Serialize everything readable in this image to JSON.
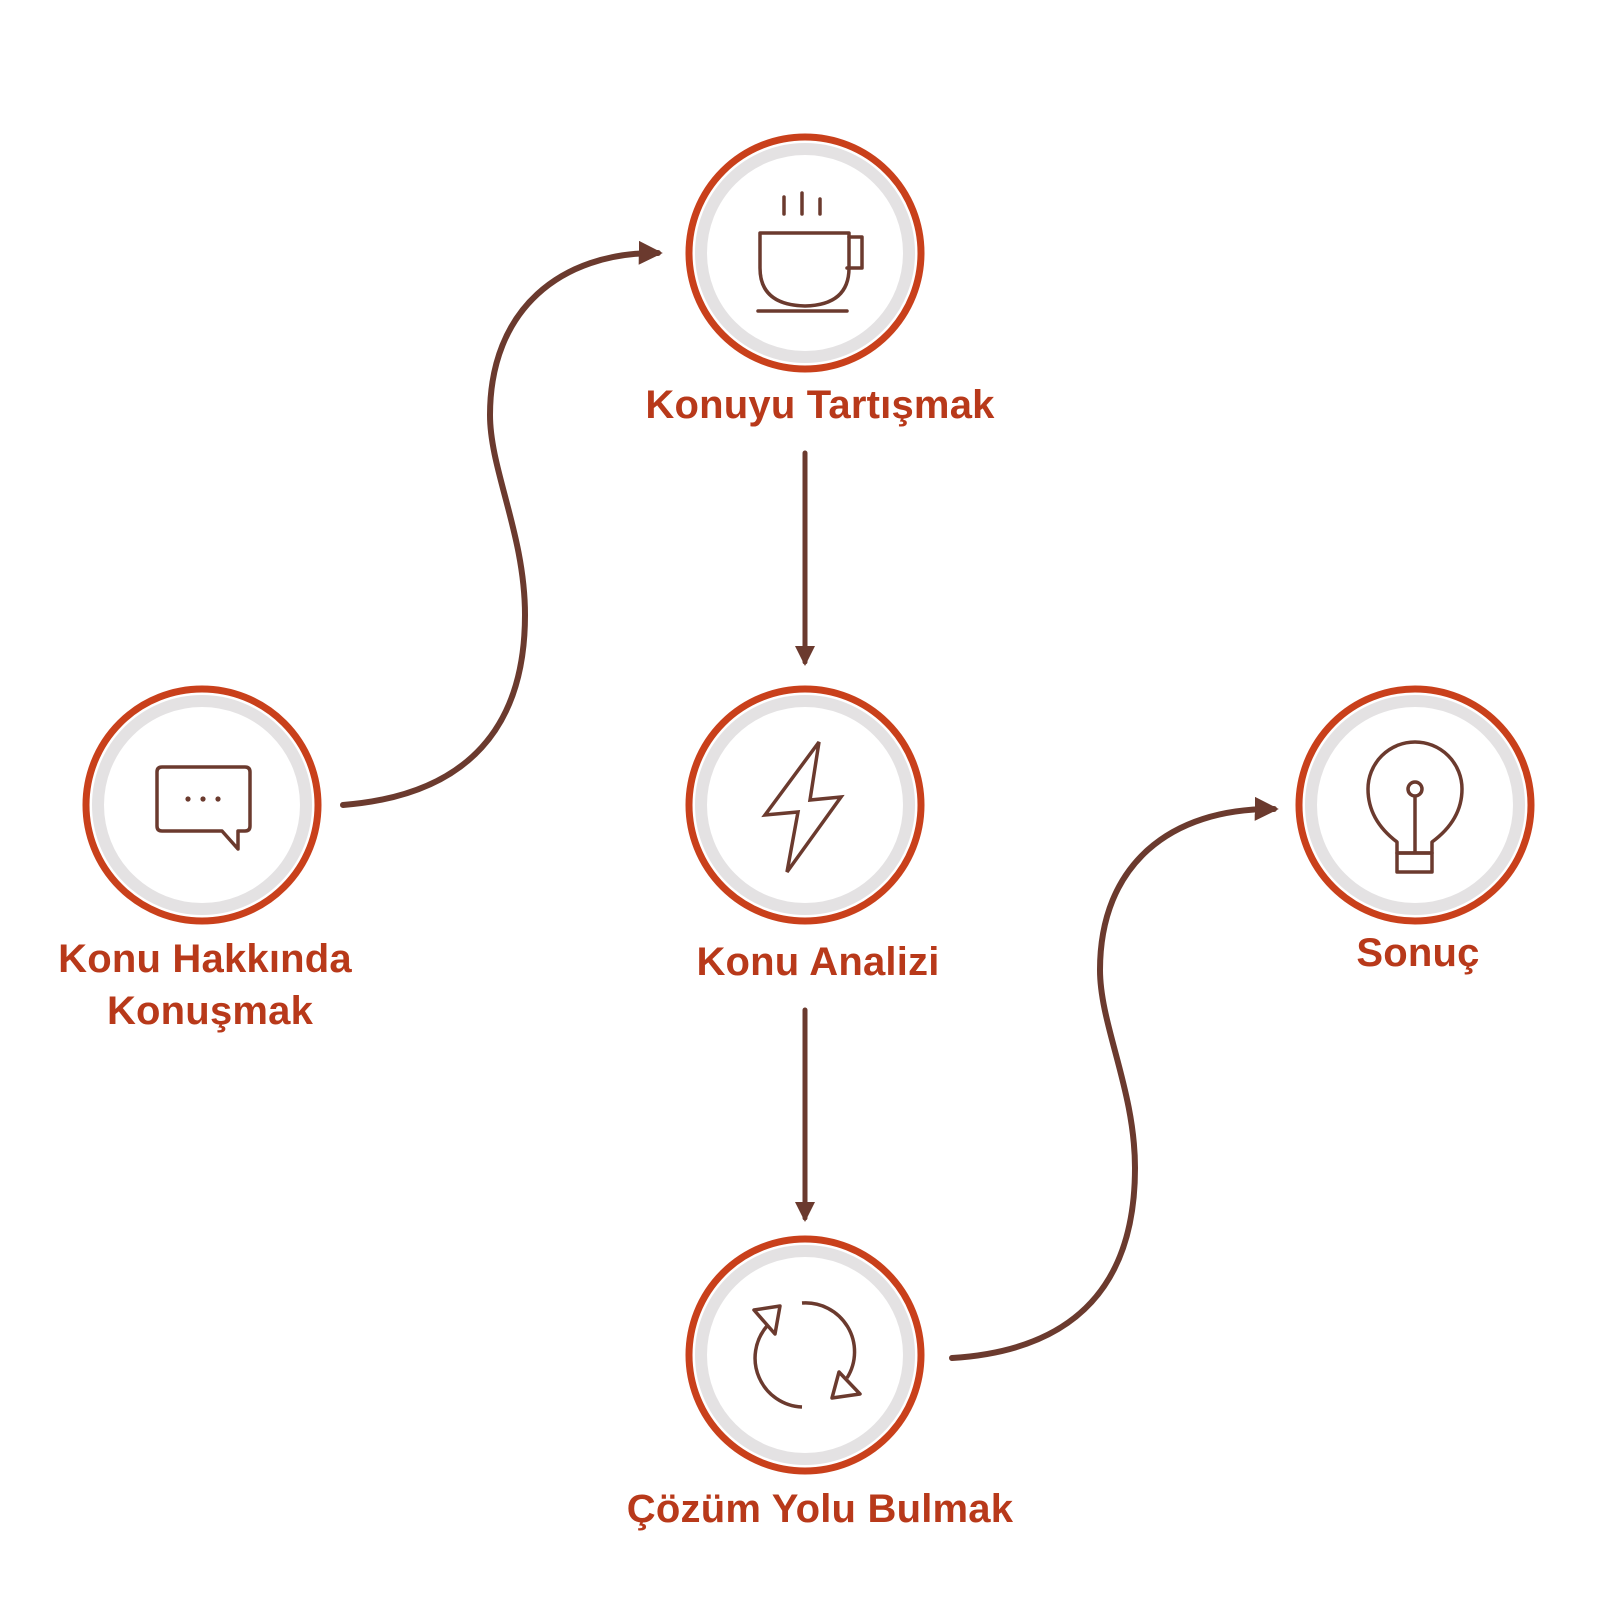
{
  "colors": {
    "ring": "#c9401b",
    "halo": "#e4e2e3",
    "fill": "#ffffff",
    "icon": "#6b3a2e",
    "connector": "#6b3a2e",
    "label": "#b8391a"
  },
  "nodes": [
    {
      "id": "talk",
      "label_lines": [
        "Konu Hakkında",
        "Konuşmak"
      ],
      "icon": "speech-bubble-icon"
    },
    {
      "id": "discuss",
      "label_lines": [
        "Konuyu Tartışmak"
      ],
      "icon": "coffee-cup-icon"
    },
    {
      "id": "analysis",
      "label_lines": [
        "Konu Analizi"
      ],
      "icon": "lightning-bolt-icon"
    },
    {
      "id": "solution",
      "label_lines": [
        "Çözüm Yolu Bulmak"
      ],
      "icon": "refresh-arrows-icon"
    },
    {
      "id": "result",
      "label_lines": [
        "Sonuç"
      ],
      "icon": "light-bulb-icon"
    }
  ],
  "edges": [
    {
      "from": "talk",
      "to": "discuss"
    },
    {
      "from": "discuss",
      "to": "analysis"
    },
    {
      "from": "analysis",
      "to": "solution"
    },
    {
      "from": "solution",
      "to": "result"
    }
  ]
}
